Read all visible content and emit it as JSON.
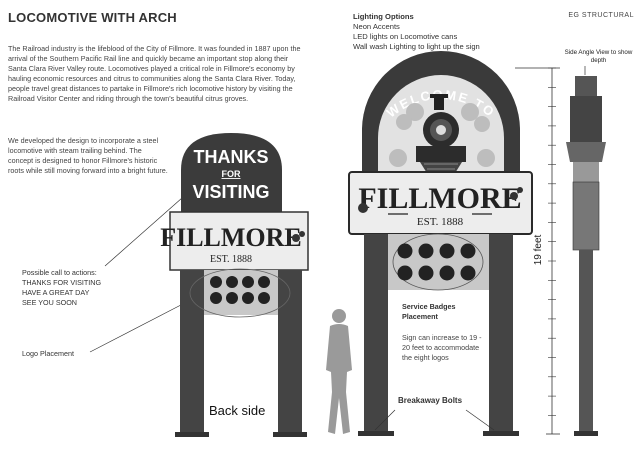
{
  "page_title": "LOCOMOTIVE WITH ARCH",
  "brand": "EG STRUCTURAL",
  "description_1": "The Railroad industry is the lifeblood of the City of Fillmore. It was founded in 1887 upon the arrival of the Southern Pacific Rail line and quickly became an important stop along their Santa Clara River Valley route. Locomotives played a critical role in Fillmore's economy by hauling economic resources and citrus to communities along the Santa Clara River. Today, people travel great distances to partake in Fillmore's rich locomotive history by visiting the Railroad Visitor Center and riding through the town's beautiful citrus groves.",
  "description_2": "We developed the design to incorporate a steel locomotive with steam trailing behind. The concept is designed to honor Fillmore's historic roots while still moving forward into a bright future.",
  "lighting": {
    "heading": "Lighting Options",
    "items": [
      "Neon Accents",
      "LED lights on Locomotive cans",
      "Wall wash Lighting to light up the sign"
    ]
  },
  "call_to_actions": {
    "heading": "Possible call to actions:",
    "items": [
      "THANKS FOR VISITING",
      "HAVE A GREAT DAY",
      "SEE YOU SOON"
    ]
  },
  "logo_placement": "Logo Placement",
  "back_sign": {
    "line1": "THANKS",
    "line2": "FOR",
    "line3": "VISITING",
    "city": "FILLMORE",
    "est": "EST. 1888",
    "label": "Back side"
  },
  "front_sign": {
    "arch_text": "WELCOME TO",
    "city": "FILLMORE",
    "est": "EST. 1888"
  },
  "service_badges": {
    "heading": "Service Badges Placement",
    "note": "Sign can increase to 19 - 20 feet to accommodate the eight logos"
  },
  "breakaway": "Breakaway Bolts",
  "side_view": {
    "label": "Side Angle View to show depth",
    "height": "19 feet"
  },
  "colors": {
    "dark": "#3a3a3a",
    "mid": "#777777",
    "light": "#d8d8d8"
  }
}
